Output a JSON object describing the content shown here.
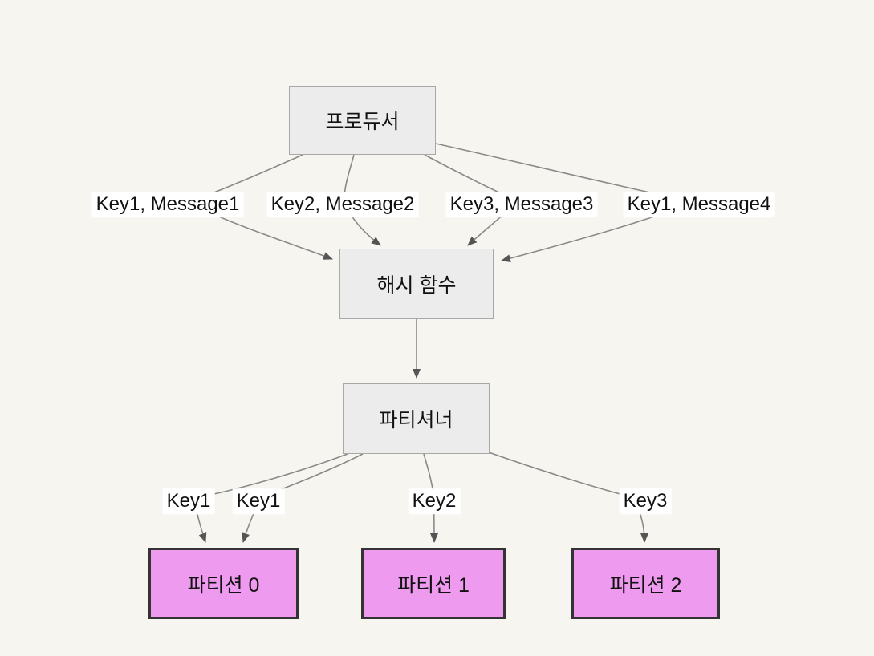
{
  "diagram": {
    "type": "flowchart",
    "nodes": {
      "producer": {
        "label": "프로듀서"
      },
      "hash": {
        "label": "해시 함수"
      },
      "partitioner": {
        "label": "파티셔너"
      },
      "partition0": {
        "label": "파티션 0"
      },
      "partition1": {
        "label": "파티션 1"
      },
      "partition2": {
        "label": "파티션 2"
      }
    },
    "edges": [
      {
        "from": "프로듀서",
        "to": "해시 함수",
        "label": "Key1, Message1"
      },
      {
        "from": "프로듀서",
        "to": "해시 함수",
        "label": "Key2, Message2"
      },
      {
        "from": "프로듀서",
        "to": "해시 함수",
        "label": "Key3, Message3"
      },
      {
        "from": "프로듀서",
        "to": "해시 함수",
        "label": "Key1, Message4"
      },
      {
        "from": "해시 함수",
        "to": "파티셔너",
        "label": ""
      },
      {
        "from": "파티셔너",
        "to": "파티션 0",
        "label": "Key1"
      },
      {
        "from": "파티셔너",
        "to": "파티션 0",
        "label": "Key1"
      },
      {
        "from": "파티셔너",
        "to": "파티션 1",
        "label": "Key2"
      },
      {
        "from": "파티셔너",
        "to": "파티션 2",
        "label": "Key3"
      }
    ]
  },
  "colors": {
    "bg": "#f7f5f0",
    "node-fill": "#ececec",
    "node-stroke": "#a8a8a8",
    "partition-fill": "#ee9aee",
    "partition-stroke": "#333333",
    "edge": "#8a8a8a",
    "arrow": "#555555",
    "label-bg": "#ffffff",
    "text": "#111111"
  }
}
